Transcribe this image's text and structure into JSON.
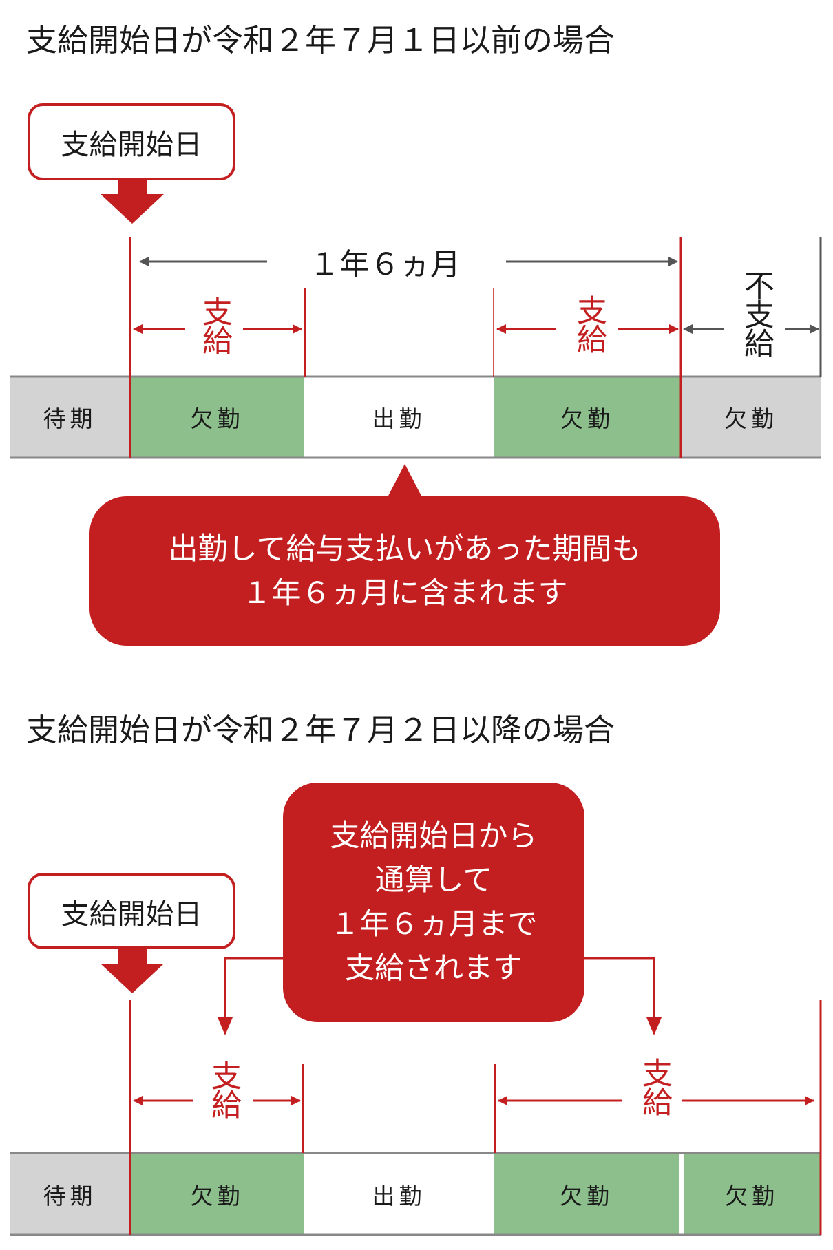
{
  "section1": {
    "title": "支給開始日が令和２年７月１日以前の場合",
    "start_label": "支給開始日",
    "period_label": "１年６ヵ月",
    "pay_label_1": "支給",
    "pay_label_2": "支給",
    "nopay_label": "不支給",
    "cells": [
      "待期",
      "欠勤",
      "出勤",
      "欠勤",
      "欠勤"
    ],
    "callout_lines": [
      "出勤して給与支払いがあった期間も",
      "１年６ヵ月に含まれます"
    ]
  },
  "section2": {
    "title": "支給開始日が令和２年７月２日以降の場合",
    "start_label": "支給開始日",
    "pay_label_1": "支給",
    "pay_label_2": "支給",
    "cells": [
      "待期",
      "欠勤",
      "出勤",
      "欠勤",
      "欠勤"
    ],
    "callout_lines": [
      "支給開始日から",
      "通算して",
      "１年６ヵ月まで",
      "支給されます"
    ]
  },
  "colors": {
    "red": "#c41f20",
    "green": "#8dbf8d",
    "gray": "#d3d3d3"
  }
}
